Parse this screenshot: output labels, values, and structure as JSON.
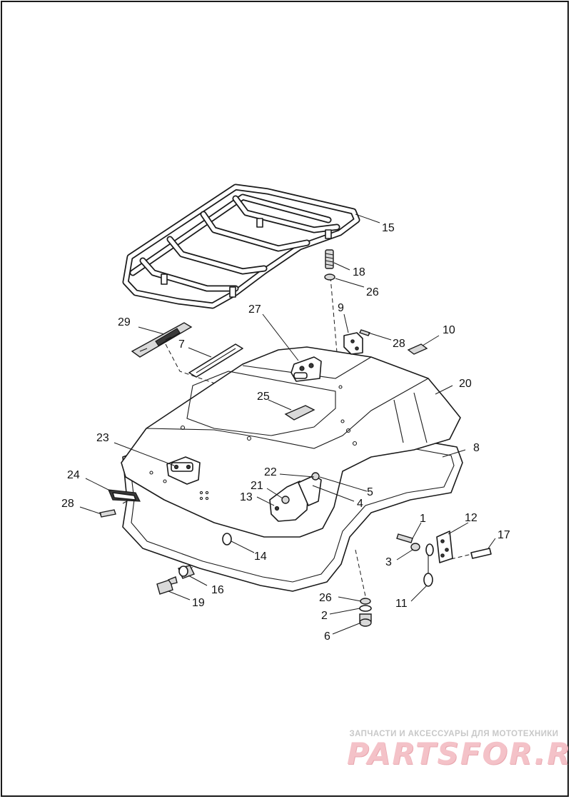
{
  "callouts": [
    {
      "id": "c15",
      "label": "15"
    },
    {
      "id": "c18",
      "label": "18"
    },
    {
      "id": "c26a",
      "label": "26"
    },
    {
      "id": "c27",
      "label": "27"
    },
    {
      "id": "c9",
      "label": "9"
    },
    {
      "id": "c10",
      "label": "10"
    },
    {
      "id": "c29",
      "label": "29"
    },
    {
      "id": "c7",
      "label": "7"
    },
    {
      "id": "c28a",
      "label": "28"
    },
    {
      "id": "c20",
      "label": "20"
    },
    {
      "id": "c25",
      "label": "25"
    },
    {
      "id": "c8",
      "label": "8"
    },
    {
      "id": "c23",
      "label": "23"
    },
    {
      "id": "c24",
      "label": "24"
    },
    {
      "id": "c22",
      "label": "22"
    },
    {
      "id": "c21",
      "label": "21"
    },
    {
      "id": "c5",
      "label": "5"
    },
    {
      "id": "c13",
      "label": "13"
    },
    {
      "id": "c4",
      "label": "4"
    },
    {
      "id": "c28b",
      "label": "28"
    },
    {
      "id": "c1",
      "label": "1"
    },
    {
      "id": "c12",
      "label": "12"
    },
    {
      "id": "c17",
      "label": "17"
    },
    {
      "id": "c3",
      "label": "3"
    },
    {
      "id": "c14",
      "label": "14"
    },
    {
      "id": "c16",
      "label": "16"
    },
    {
      "id": "c11",
      "label": "11"
    },
    {
      "id": "c19",
      "label": "19"
    },
    {
      "id": "c26b",
      "label": "26"
    },
    {
      "id": "c2",
      "label": "2"
    },
    {
      "id": "c6",
      "label": "6"
    }
  ],
  "watermark": {
    "tagline": "ЗАПЧАСТИ И АКСЕССУАРЫ ДЛЯ МОТОТЕХНИКИ",
    "logo": "PARTSFOR.RU"
  }
}
